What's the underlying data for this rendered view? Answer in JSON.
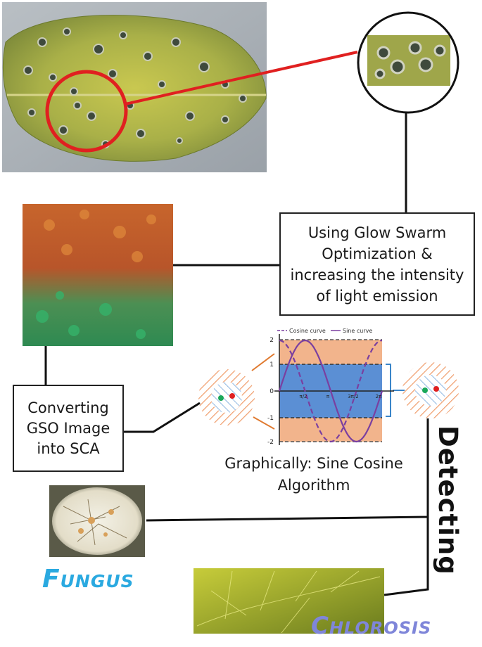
{
  "gso_box": {
    "text": "Using Glow Swarm\nOptimization &\nincreasing the intensity\nof light emission"
  },
  "convert_box": {
    "text": "Converting\nGSO Image\ninto SCA"
  },
  "sca_caption": "Graphically: Sine Cosine\nAlgorithm",
  "detecting_label": "Detecting",
  "fungus_label": "Fungus",
  "chlorosis_label": "Chlorosis",
  "chart_legend": {
    "cosine": "Cosine curve",
    "sine": "Sine curve"
  },
  "chart_ticks": {
    "y": [
      "2",
      "1",
      "0",
      "-1",
      "-2"
    ],
    "x": [
      "π/2",
      "π",
      "3π/2",
      "2π"
    ]
  },
  "colors": {
    "lesion_circle": "#e02020",
    "connector_line": "#111111",
    "fungus": "#2aa9e0",
    "chlorosis": "#7f86d9",
    "band_orange": "#f2b48c",
    "band_blue": "#5b8fd4",
    "curve": "#7a3fa0"
  }
}
